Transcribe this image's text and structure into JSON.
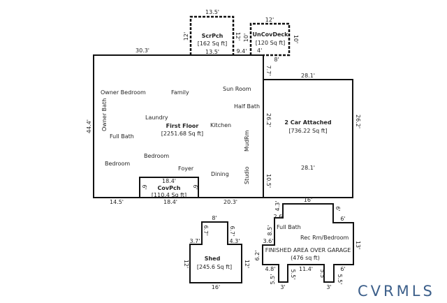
{
  "areas": {
    "first_floor": {
      "title": "First Floor",
      "area": "[2251.68 Sq ft]"
    },
    "garage": {
      "title": "2 Car Attached",
      "area": "[736.22 Sq ft]"
    },
    "scrpch": {
      "title": "ScrPch",
      "area": "[162 Sq ft]"
    },
    "deck": {
      "title": "UnCovDeck",
      "area": "[120 Sq ft]"
    },
    "covpch": {
      "title": "CovPch",
      "area": "[110.4 Sq ft]"
    },
    "shed": {
      "title": "Shed",
      "area": "[245.6 Sq ft]"
    },
    "over_garage": {
      "title": "FINISHED AREA OVER GARAGE",
      "area": "(476 sq ft)"
    }
  },
  "rooms": {
    "owner_bedroom": "Owner Bedroom",
    "family": "Family",
    "sun_room": "Sun Room",
    "half_bath": "Half Bath",
    "owner_bath": "Owner Bath",
    "laundry": "Laundry",
    "kitchen": "Kitchen",
    "full_bath": "Full Bath",
    "mudrm": "MudRm",
    "bedroom1": "Bedroom",
    "bedroom2": "Bedroom",
    "foyer": "Foyer",
    "dining": "Dining",
    "studio": "Studio",
    "full_bath_upper": "Full Bath",
    "rec_rm": "Rec Rm/Bedroom"
  },
  "dims": {
    "main_top": "30.3'",
    "main_left": "44.4'",
    "main_bottom_left": "14.5'",
    "main_bottom_mid": "18.4'",
    "main_bottom_right": "20.3'",
    "main_right_top": "7.7'",
    "main_right_mid": "26.2'",
    "main_right_bottom": "10.5'",
    "scr_top": "13.5'",
    "scr_bottom": "13.5'",
    "scr_left": "12'",
    "scr_right": "12'",
    "gap": "9.4'",
    "deck_top": "12'",
    "deck_left": "10'",
    "deck_right": "10'",
    "deck_4": "4'",
    "deck_8": "8'",
    "gar_top": "28.1'",
    "gar_bottom": "28.1'",
    "gar_right": "26.2'",
    "cov_top": "18.4'",
    "cov_left": "6'",
    "cov_right": "6'",
    "shed_top": "8'",
    "shed_l1": "6.7'",
    "shed_r1": "6.7'",
    "shed_l2": "3.7'",
    "shed_r2": "4.3'",
    "shed_left": "12'",
    "shed_right": "12'",
    "shed_bottom": "16'",
    "og_top": "16'",
    "og_43": "4.3'",
    "og_26": "2.6'",
    "og_85": "8.5'",
    "og_36": "3.6'",
    "og_62": "6.2'",
    "og_6a": "6'",
    "og_6b": "6'",
    "og_13": "13'",
    "og_48": "4.8'",
    "og_114": "11.4'",
    "og_6c": "6'",
    "og_55a": "5.5'",
    "og_55b": "5.5'",
    "og_55c": "5.5'",
    "og_55d": "5.5'",
    "og_3a": "3'",
    "og_3b": "3'"
  },
  "logo": "CVRMLS",
  "colors": {
    "logo": "#3c5f8a",
    "walls": "#111111"
  }
}
